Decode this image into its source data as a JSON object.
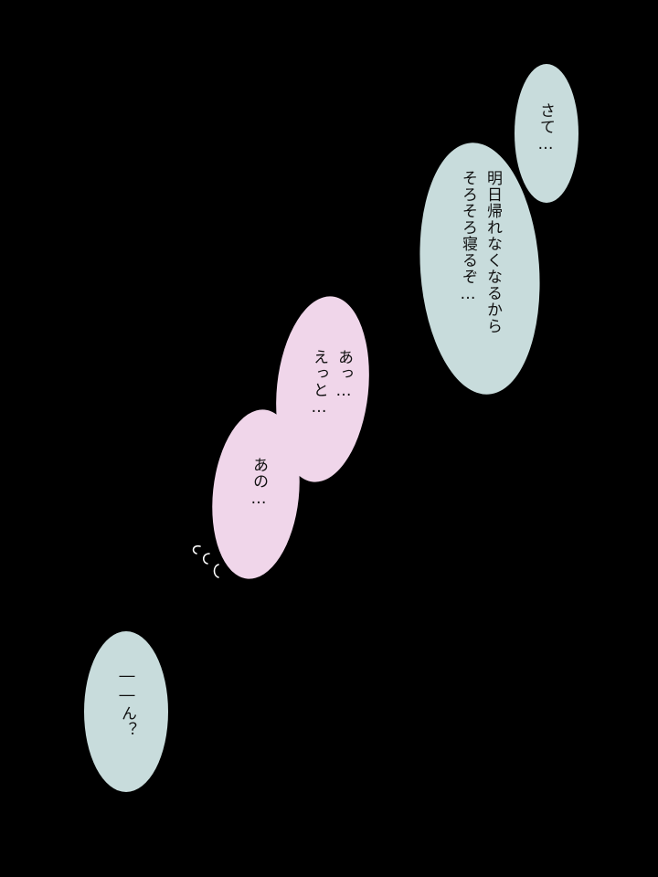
{
  "scene": {
    "background_color": "#000000",
    "colors": {
      "speaker_a_bubble": "#c8dcdc",
      "speaker_b_bubble": "#f0d6ea",
      "text": "#111111",
      "sfx": "#ffffff"
    }
  },
  "bubbles": [
    {
      "speaker": "A",
      "lines": [
        "さて…"
      ]
    },
    {
      "speaker": "A",
      "lines": [
        "明日帰れなくなるから",
        "そろそろ寝るぞ…"
      ]
    },
    {
      "speaker": "B",
      "lines": [
        "あっ…",
        "えっと…"
      ]
    },
    {
      "speaker": "B",
      "lines": [
        "あの…"
      ]
    },
    {
      "speaker": "A",
      "lines": [
        "――ん？"
      ]
    }
  ],
  "sfx": {
    "icon": "shiver-marks-icon"
  }
}
